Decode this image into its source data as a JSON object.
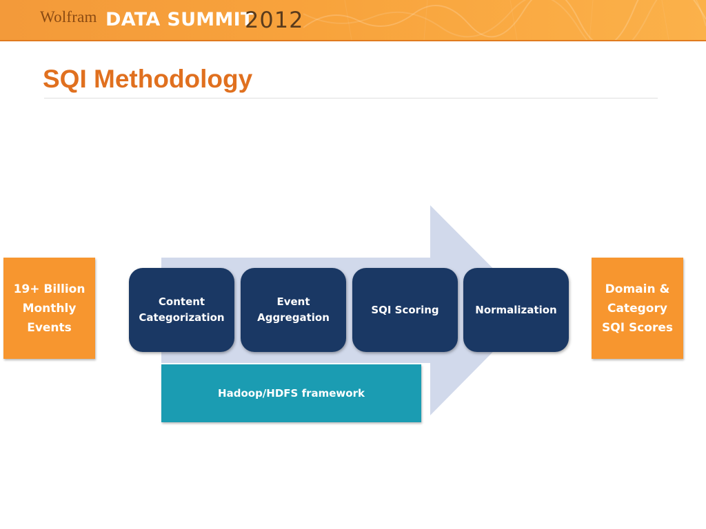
{
  "header": {
    "brand_prefix": "Wolfram",
    "brand_event": "DATA SUMMIT",
    "brand_year": "2012"
  },
  "slide": {
    "title": "SQI Methodology"
  },
  "diagram": {
    "input": "19+ Billion\nMonthly\nEvents",
    "output": "Domain &\nCategory\nSQI Scores",
    "steps": [
      "Content\nCategorization",
      "Event\nAggregation",
      "SQI Scoring",
      "Normalization"
    ],
    "framework": "Hadoop/HDFS framework"
  },
  "colors": {
    "banner_orange": "#f8a33c",
    "title_orange": "#e0701f",
    "side_box_orange": "#f7962f",
    "step_navy": "#1a3864",
    "framework_teal": "#1b9cb2",
    "arrow_lavender": "#d1d9eb"
  }
}
